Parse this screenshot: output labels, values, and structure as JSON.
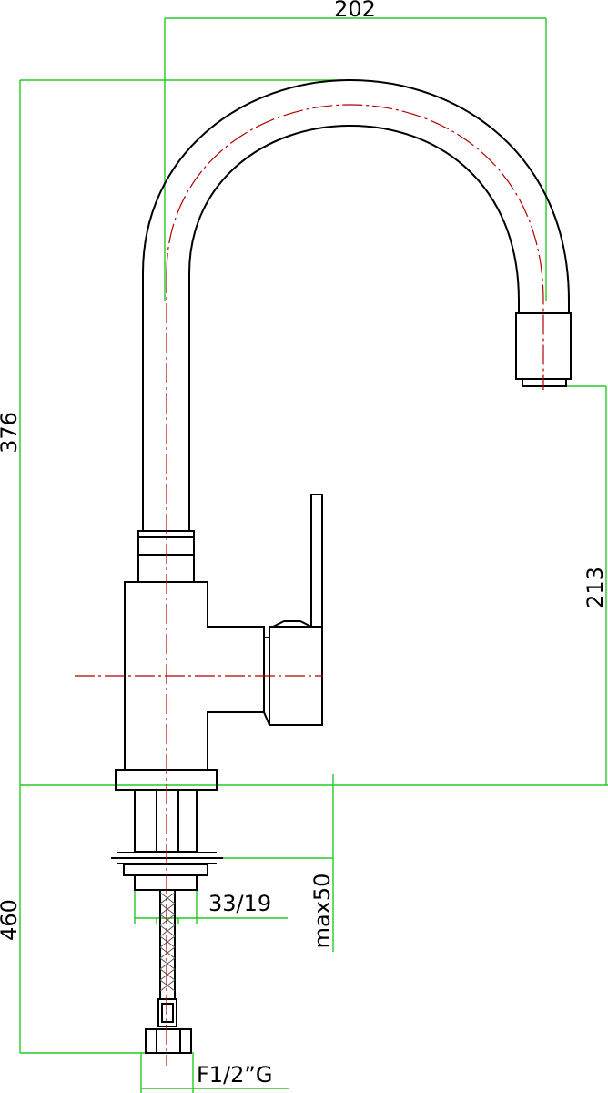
{
  "dimensions": {
    "total_reach": "202",
    "total_height": "376",
    "spout_height": "213",
    "hose_length": "460",
    "hole_diameter": "33/19",
    "max_deck_thickness": "max50",
    "connection_thread": "F1/2”G"
  },
  "colors": {
    "dimension_lines": "#22cc22",
    "center_lines": "#b00000",
    "outline": "#000000"
  }
}
